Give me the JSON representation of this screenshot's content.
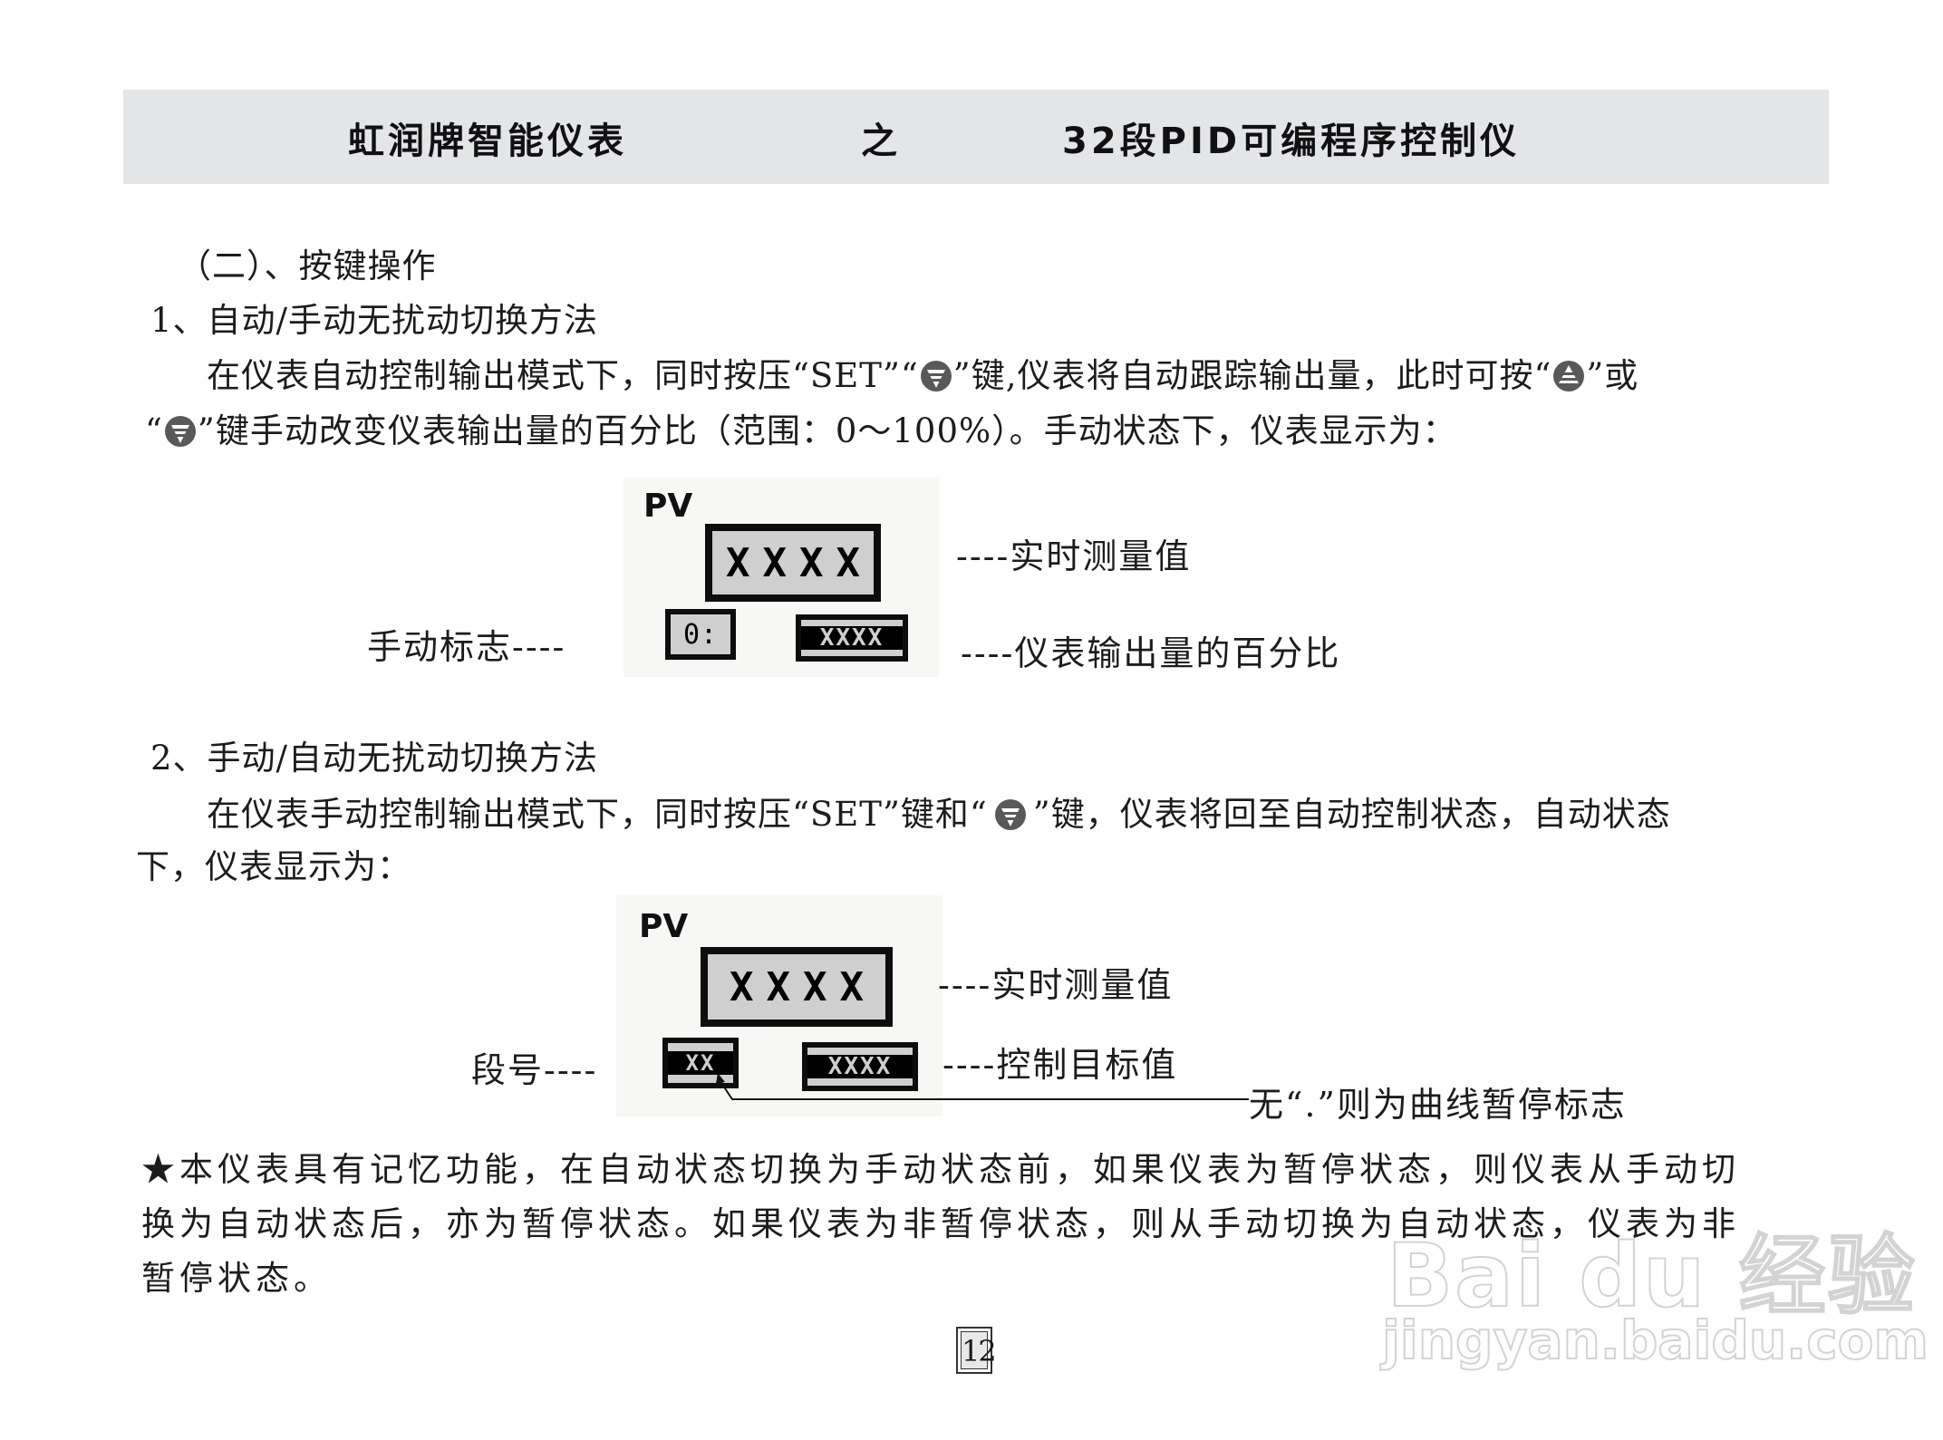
{
  "header": {
    "brand": "虹润牌智能仪表",
    "connector": "之",
    "product": "32段PID可编程序控制仪"
  },
  "section": {
    "title": "（二）、按键操作"
  },
  "item1": {
    "title": "1、自动/手动无扰动切换方法",
    "para_line1_a": "在仪表自动控制输出模式下，同时按压“SET”“",
    "para_line1_b": "”键,仪表将自动跟踪输出量，此时可按“",
    "para_line1_c": "”或",
    "para_line2_a": "“",
    "para_line2_b": "”键手动改变仪表输出量的百分比（范围：0～100%）。手动状态下，仪表显示为："
  },
  "diagram1": {
    "pv_label": "PV",
    "main_display": "XXXX",
    "manual_flag_display": "0:",
    "output_display": "XXXX",
    "label_measured": "----实时测量值",
    "label_manual_flag": "手动标志----",
    "label_output_percent": "----仪表输出量的百分比"
  },
  "item2": {
    "title": "2、手动/自动无扰动切换方法",
    "para_line1_a": "在仪表手动控制输出模式下，同时按压“SET”键和“",
    "para_line1_b": "”键，仪表将回至自动控制状态，自动状态",
    "para_line2": "下，仪表显示为："
  },
  "diagram2": {
    "pv_label": "PV",
    "main_display": "XXXX",
    "segment_display": "XX",
    "target_display": "XXXX",
    "label_measured": "----实时测量值",
    "label_target": "----控制目标值",
    "label_segment": "段号----",
    "label_pause": "无“.”则为曲线暂停标志"
  },
  "note": {
    "star": "★",
    "line1": "本仪表具有记忆功能，在自动状态切换为手动状态前，如果仪表为暂停状态，则仪表从手动切",
    "line2": "换为自动状态后，亦为暂停状态。如果仪表为非暂停状态，则从手动切换为自动状态，仪表为非",
    "line3": "暂停状态。"
  },
  "footer": {
    "page_number": "12"
  },
  "watermark": {
    "brand": "Bai du 经验",
    "url": "jingyan.baidu.com"
  },
  "icons": {
    "down_key": "down-key-icon",
    "up_key": "up-key-icon"
  },
  "colors": {
    "header_bg": "#e4e5e7",
    "lcd_bg": "#cfcfcf",
    "key_icon": "#595959"
  }
}
